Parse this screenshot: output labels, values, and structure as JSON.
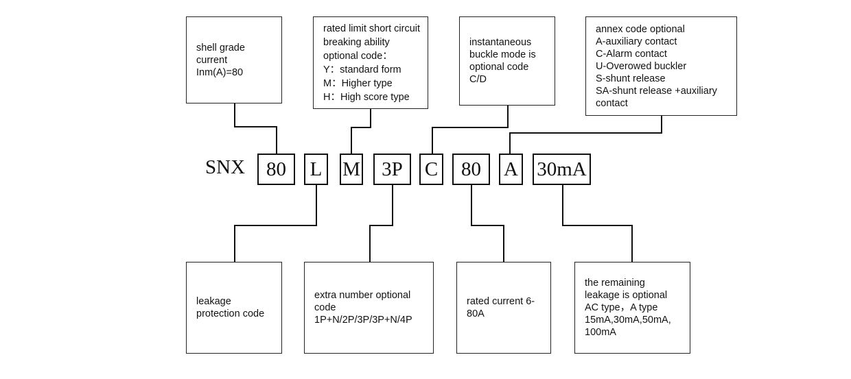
{
  "model_code": {
    "prefix": "SNX",
    "segments": [
      "80",
      "L",
      "M",
      "3P",
      "C",
      "80",
      "A",
      "30mA"
    ]
  },
  "notes": {
    "shell_grade": [
      "shell grade",
      "current",
      "Inm(A)=80"
    ],
    "breaking_ability": [
      "rated limit short circuit",
      "breaking ability",
      "optional code：",
      "Y：standard form",
      "M：Higher type",
      "H：High score type"
    ],
    "buckle_mode": [
      "instantaneous",
      "buckle mode is",
      "optional code",
      "C/D"
    ],
    "annex_code": [
      "annex code optional",
      "A-auxiliary contact",
      "C-Alarm contact",
      "U-Overowed buckler",
      "S-shunt release",
      "SA-shunt release +auxiliary",
      "contact"
    ],
    "leakage_protection": [
      "leakage",
      "protection code"
    ],
    "pole_number": [
      "extra number optional",
      "code",
      "1P+N/2P/3P/3P+N/4P"
    ],
    "rated_current": [
      "rated current 6-",
      "80A"
    ],
    "leakage_type": [
      "the remaining",
      "leakage is optional",
      "AC type，A type",
      "15mA,30mA,50mA,",
      "100mA"
    ]
  }
}
